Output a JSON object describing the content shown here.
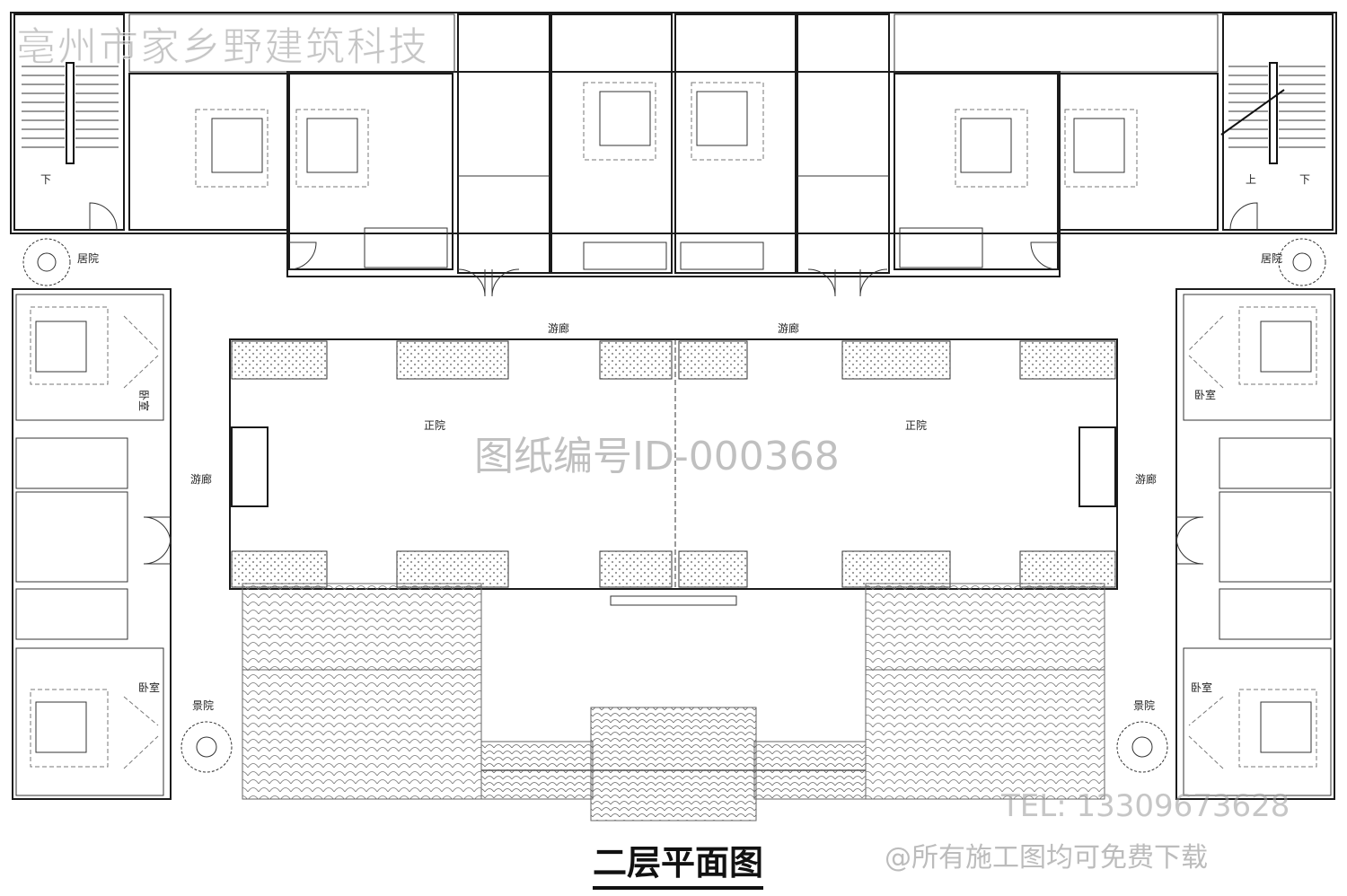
{
  "drawing": {
    "title": "二层平面图",
    "watermark_company": "亳州市家乡野建筑科技",
    "watermark_id": "图纸编号ID-000368",
    "watermark_tel": "TEL: 13309673628",
    "watermark_download": "@所有施工图均可免费下载"
  },
  "labels": {
    "corridor": "游廊",
    "main_court": "正院",
    "bedroom": "卧室",
    "living_court": "居院",
    "scenic_court": "景院",
    "down": "下",
    "up": "上"
  },
  "colors": {
    "line": "#1a1a1a",
    "hatch": "#888888",
    "background": "#ffffff"
  }
}
